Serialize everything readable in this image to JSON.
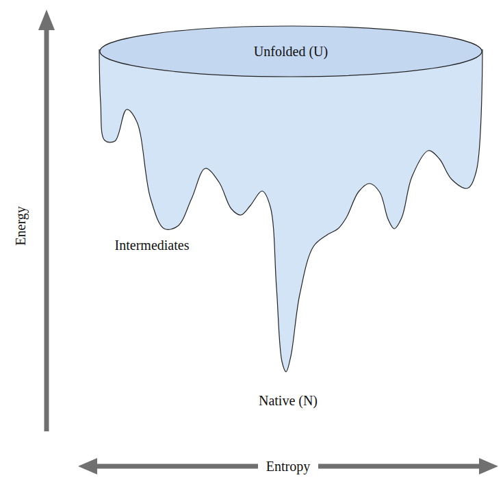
{
  "diagram": {
    "nodes": [
      {
        "text": [
          "Unfolded (U)"
        ]
      }
    ],
    "labels": [
      "Intermediates",
      "Native (N)",
      "Energy",
      "Entropy"
    ]
  }
}
